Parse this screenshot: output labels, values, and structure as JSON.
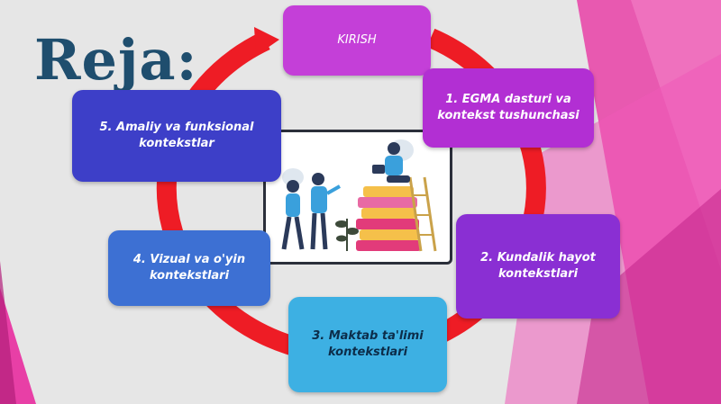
{
  "title": "Reja:",
  "nodes": {
    "intro": "KIRISH",
    "step1": "1. EGMA dasturi va kontekst tushunchasi",
    "step2": "2. Kundalik hayot kontekstlari",
    "step3": "3. Maktab ta'limi kontekstlari",
    "step4": "4. Vizual va o'yin kontekstlari",
    "step5": "5. Amaliy va funksional kontekstlar"
  },
  "colors": {
    "ring": "#ee1c25",
    "title": "#1f4e6e",
    "accent_pink": "#e83fa6"
  }
}
